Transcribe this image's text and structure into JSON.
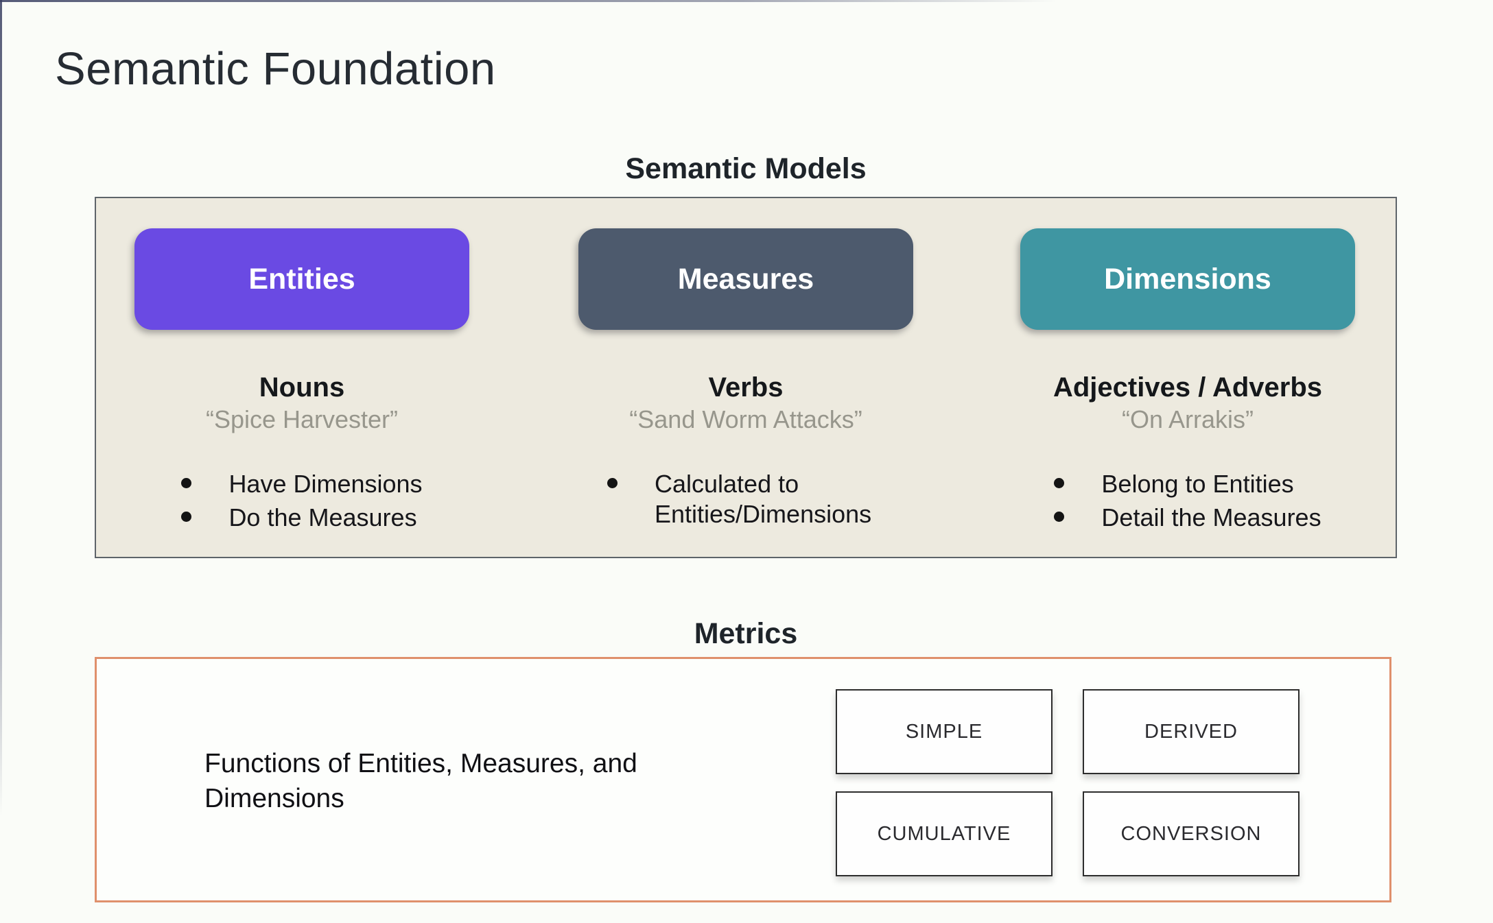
{
  "page": {
    "title": "Semantic Foundation"
  },
  "colors": {
    "entities_pill": "#6a4ae3",
    "measures_pill": "#4d5a6d",
    "dimensions_pill": "#3f96a2",
    "panel_background": "#edeadf",
    "panel_border": "#5e646a",
    "metrics_border": "#df906c"
  },
  "semantic_models": {
    "heading": "Semantic Models",
    "columns": [
      {
        "pill": "Entities",
        "pill_color": "#6a4ae3",
        "role": "Nouns",
        "example": "“Spice Harvester”",
        "bullets": [
          "Have Dimensions",
          "Do the Measures"
        ]
      },
      {
        "pill": "Measures",
        "pill_color": "#4d5a6d",
        "role": "Verbs",
        "example": "“Sand Worm Attacks”",
        "bullets": [
          "Calculated to Entities/Dimensions"
        ]
      },
      {
        "pill": "Dimensions",
        "pill_color": "#3f96a2",
        "role": "Adjectives / Adverbs",
        "example": "“On Arrakis”",
        "bullets": [
          "Belong to Entities",
          "Detail the Measures"
        ]
      }
    ]
  },
  "metrics": {
    "heading": "Metrics",
    "description": "Functions of Entities, Measures, and Dimensions",
    "types": [
      "SIMPLE",
      "DERIVED",
      "CUMULATIVE",
      "CONVERSION"
    ]
  }
}
